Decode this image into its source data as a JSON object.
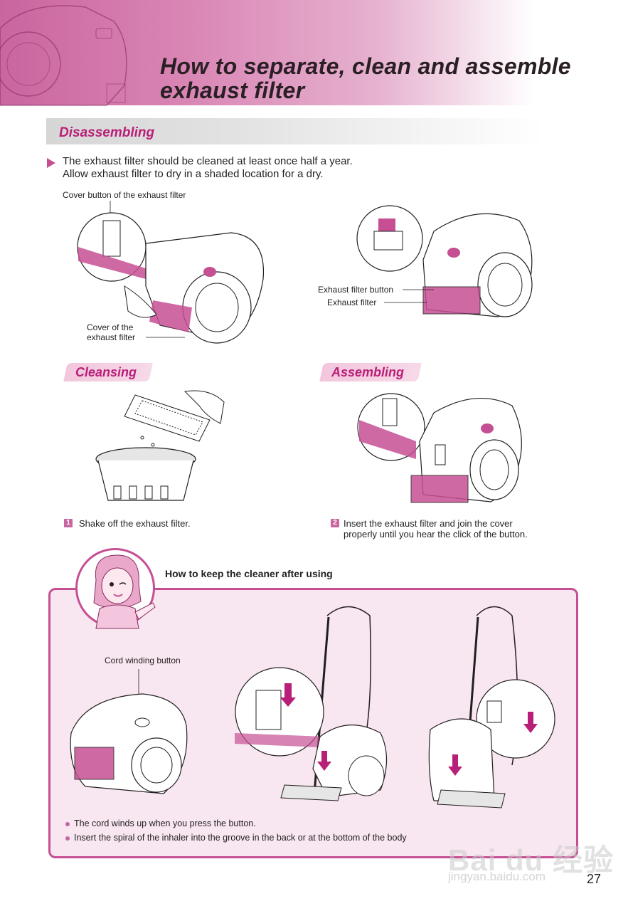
{
  "title_line1": "How to separate, clean and assemble",
  "title_line2": "exhaust filter",
  "section": "Disassembling",
  "intro_line1": "The exhaust filter should be cleaned at least once half a year.",
  "intro_line2": "Allow exhaust filter to dry in a shaded location for a dry.",
  "labels": {
    "cover_button": "Cover button of the exhaust filter",
    "cover_filter_1": "Cover of the",
    "cover_filter_2": "exhaust filter",
    "filter_button": "Exhaust filter button",
    "filter": "Exhaust filter",
    "cord_button": "Cord winding button"
  },
  "cleansing": {
    "title": "Cleansing",
    "step_number": "1",
    "step_text": "Shake off the exhaust filter."
  },
  "assembling": {
    "title": "Assembling",
    "step_number": "2",
    "step_text_1": "Insert the exhaust filter and join the cover",
    "step_text_2": "properly until you hear the click of the button."
  },
  "keep": {
    "heading": "How to keep the cleaner after using",
    "bullet_1": "The cord winds up when you press the button.",
    "bullet_2": "Insert the spiral of the inhaler into the groove in the back or at the bottom of the body"
  },
  "page_number": "27",
  "watermark": {
    "logo": "Bai du 经验",
    "url": "jingyan.baidu.com"
  },
  "colors": {
    "accent": "#c64f94",
    "heading_pink": "#b81f78",
    "panel_bg": "#f8e6f0"
  }
}
